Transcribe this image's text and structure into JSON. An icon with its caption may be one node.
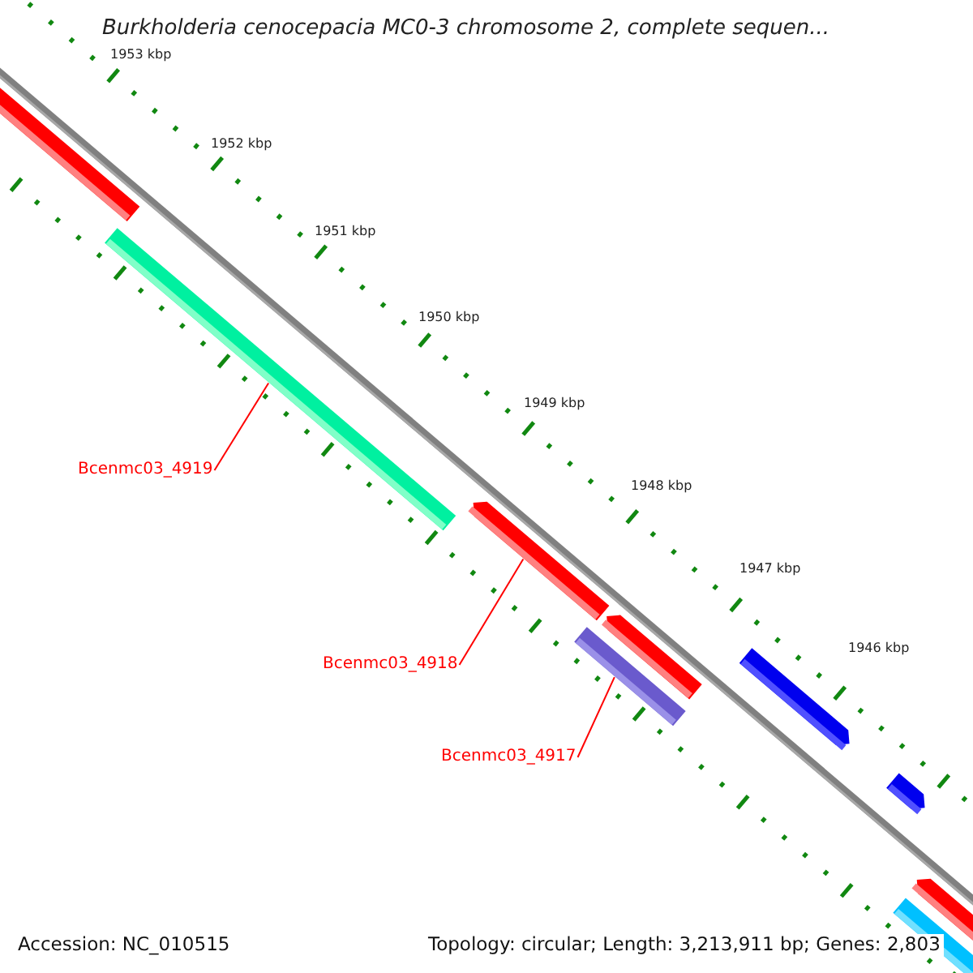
{
  "diagram": {
    "title": "Burkholderia cenocepacia MC0-3 chromosome 2, complete sequen...",
    "nodes": [
      {
        "text": [
          "Bcenmc03_4919"
        ]
      },
      {
        "text": [
          "Bcenmc03_4918"
        ]
      },
      {
        "text": [
          "Bcenmc03_4917"
        ]
      },
      {
        "text": [],
        "shape": "bar"
      },
      {
        "text": [],
        "shape": "bar"
      },
      {
        "text": [],
        "shape": "bar"
      }
    ],
    "edges": [
      {
        "from": 0,
        "to": 3,
        "arrow": "none"
      },
      {
        "from": 1,
        "to": 4,
        "arrow": "none"
      },
      {
        "from": 2,
        "to": 5,
        "arrow": "none"
      }
    ],
    "labels": [
      "1953 kbp",
      "1952 kbp",
      "1951 kbp",
      "1950 kbp",
      "1949 kbp",
      "1948 kbp",
      "1947 kbp",
      "1946 kbp",
      "Accession: NC_010515",
      "Topology: circular; Length: 3,213,911 bp; Genes: 2,803"
    ]
  }
}
